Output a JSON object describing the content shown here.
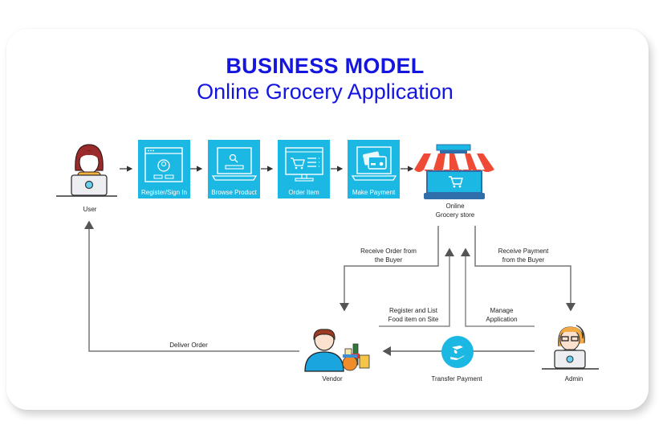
{
  "title": {
    "main": "BUSINESS MODEL",
    "sub": "Online Grocery Application"
  },
  "steps": [
    {
      "label": "Register/Sign In",
      "icon": "user-login-window-icon"
    },
    {
      "label": "Browse Product",
      "icon": "laptop-search-icon"
    },
    {
      "label": "Order Item",
      "icon": "monitor-cart-icon"
    },
    {
      "label": "Make Payment",
      "icon": "laptop-credit-card-icon"
    }
  ],
  "actors": {
    "user": "User",
    "store": {
      "line1": "Online",
      "line2": "Grocery store"
    },
    "vendor": "Vendor",
    "admin": "Admin"
  },
  "flows": {
    "receive_order": {
      "line1": "Receive Order from",
      "line2": "the Buyer"
    },
    "receive_payment": {
      "line1": "Receive Payment",
      "line2": "from the Buyer"
    },
    "register_list": {
      "line1": "Register and List",
      "line2": "Food item on Site"
    },
    "manage": {
      "line1": "Manage",
      "line2": "Application"
    },
    "deliver": "Deliver Order",
    "transfer": "Transfer Payment"
  },
  "colors": {
    "title": "#1515e0",
    "step_bg": "#1ab8e2",
    "awning_red": "#ee4a36",
    "store_blue": "#2f6ea8",
    "line": "#777777"
  }
}
